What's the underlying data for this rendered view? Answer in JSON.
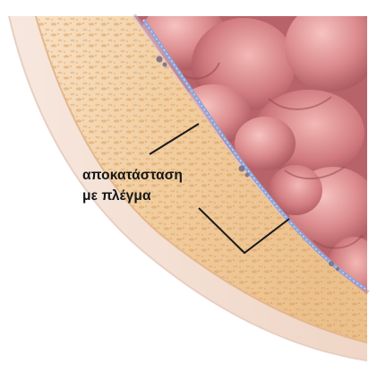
{
  "annotation": {
    "line1": "αποκατάσταση",
    "line2": "με πλέγμα"
  },
  "structures": [
    {
      "name": "abdominal wall tissue",
      "color": "#f2cfa4"
    },
    {
      "name": "intestinal loops",
      "color": "#d9878a"
    },
    {
      "name": "mesh repair",
      "color": "#9fb0d8"
    }
  ],
  "colors": {
    "background": "#ffffff",
    "skin": "#f4ddd0",
    "fat": "#f2cfa4",
    "fat_dots": "#d99a5c",
    "bowel": "#d9878a",
    "bowel_dark": "#a5555c",
    "mesh": "#9fb0d8",
    "leader_line": "#1a1a1a"
  }
}
